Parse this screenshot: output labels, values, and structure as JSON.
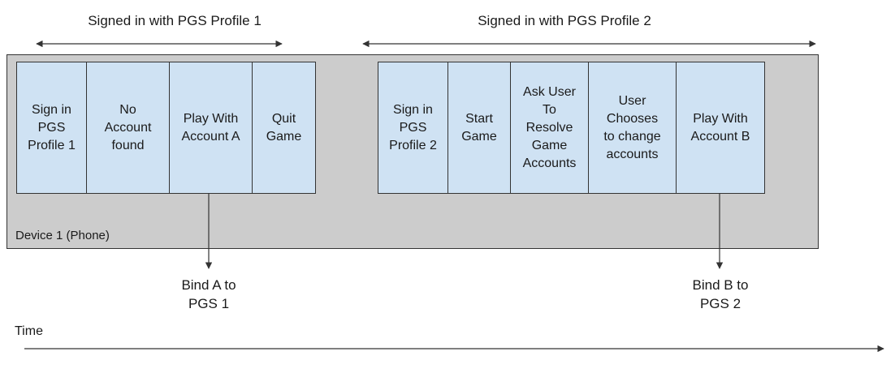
{
  "headers": {
    "profile1": "Signed in with PGS Profile 1",
    "profile2": "Signed in with PGS Profile 2"
  },
  "device": {
    "label": "Device 1 (Phone)"
  },
  "lane1": {
    "steps": [
      "Sign in\nPGS\nProfile 1",
      "No\nAccount\nfound",
      "Play With\nAccount A",
      "Quit\nGame"
    ]
  },
  "lane2": {
    "steps": [
      "Sign in\nPGS\nProfile 2",
      "Start\nGame",
      "Ask User\nTo\nResolve\nGame\nAccounts",
      "User\nChooses\nto change\naccounts",
      "Play With\nAccount B"
    ]
  },
  "binds": {
    "a": "Bind A to\nPGS 1",
    "b": "Bind B to\nPGS 2"
  },
  "timeline": {
    "label": "Time"
  },
  "colors": {
    "step_fill": "#cfe2f3",
    "device_fill": "#cccccc",
    "stroke": "#333333"
  }
}
